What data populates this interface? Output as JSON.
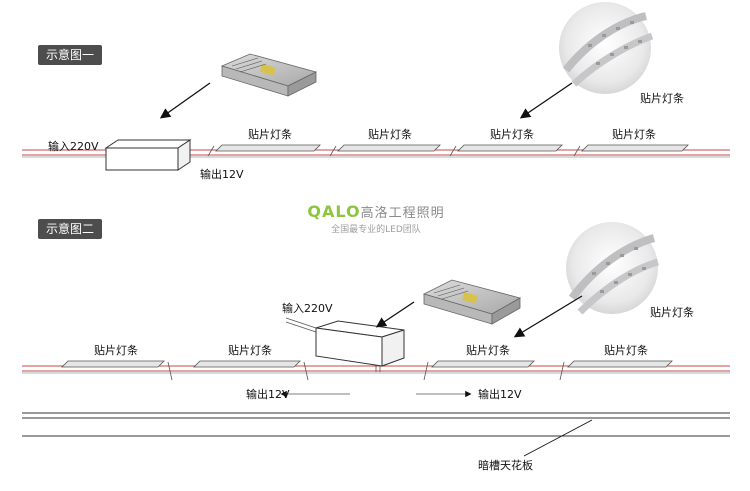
{
  "diagram1": {
    "title": "示意图一",
    "input_label": "输入220V",
    "output_label": "输出12V",
    "strip_labels": [
      "贴片灯条",
      "贴片灯条",
      "贴片灯条",
      "贴片灯条"
    ],
    "closeup_label": "贴片灯条"
  },
  "diagram2": {
    "title": "示意图二",
    "input_label": "输入220V",
    "output_left_label": "输出12V",
    "output_right_label": "输出12V",
    "strip_labels": [
      "贴片灯条",
      "贴片灯条",
      "贴片灯条",
      "贴片灯条"
    ],
    "closeup_label": "贴片灯条",
    "ceiling_label": "暗槽天花板"
  },
  "watermark": {
    "brand_mark": "QA",
    "brand_name": "LO",
    "brand_cn": "高洛工程照明",
    "tagline": "全国最专业的LED团队"
  },
  "colors": {
    "header_bg": "#4d4d4d",
    "wire_red": "#c84a4a",
    "strip_fill": "#e6e6e6",
    "box_stroke": "#333333",
    "watermark_green": "#8cc63f"
  }
}
